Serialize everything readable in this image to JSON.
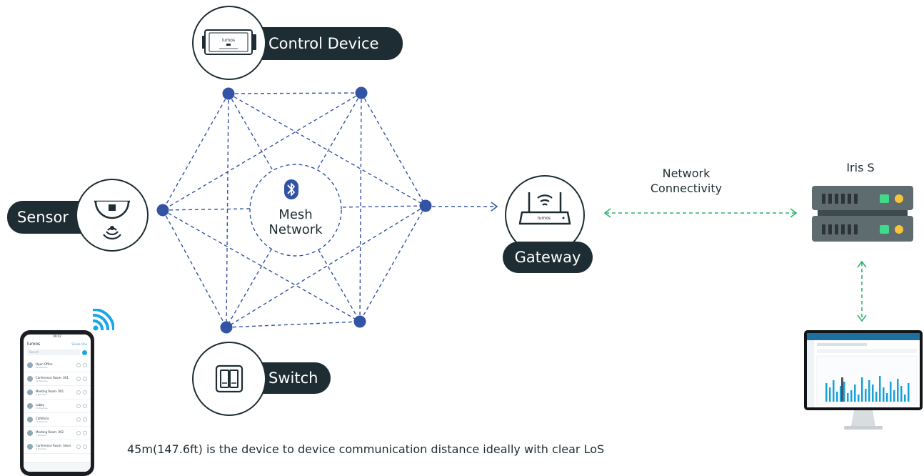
{
  "nodes": {
    "control_device": {
      "label": "Control Device",
      "device_text": "lumos"
    },
    "sensor": {
      "label": "Sensor"
    },
    "switch": {
      "label": "Switch"
    },
    "gateway": {
      "label": "Gateway",
      "device_text": "lumos"
    },
    "mesh": {
      "label": "Mesh Network"
    },
    "server": {
      "label": "Iris S"
    },
    "network": {
      "label": "Network Connectivity"
    }
  },
  "phone": {
    "time": "09:42",
    "brand": "lumos",
    "header_link": "Scene One",
    "search_placeholder": "Search",
    "rooms": [
      {
        "name": "Open Office",
        "sub": "16 Devices"
      },
      {
        "name": "Conference Room- 001",
        "sub": "12 Devices"
      },
      {
        "name": "Meeting Room- 001",
        "sub": "6 Devices"
      },
      {
        "name": "Lobby",
        "sub": "24 Devices"
      },
      {
        "name": "Cafeteria",
        "sub": "12 Devices"
      },
      {
        "name": "Meeting Room- 002",
        "sub": "7 Devices"
      },
      {
        "name": "Conference Room- Silver",
        "sub": "8 Devices"
      }
    ]
  },
  "footnote": "45m(147.6ft) is the device to device communication distance ideally with clear LoS",
  "colors": {
    "dark": "#1e2d33",
    "node_blue": "#3353a5",
    "accent_green": "#2fb36c",
    "wifi_blue": "#1aa6e6",
    "server_grey": "#5e6b6f",
    "server_green": "#3fdb8b",
    "server_yellow": "#f4c43a"
  }
}
